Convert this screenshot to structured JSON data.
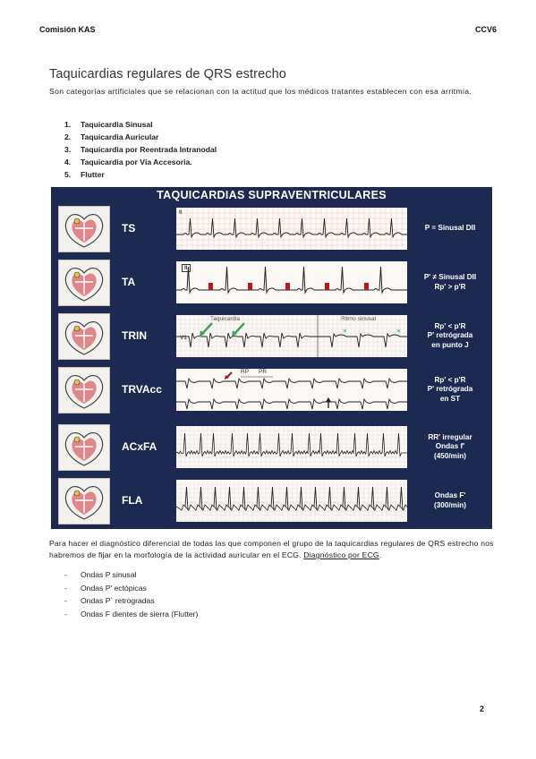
{
  "header": {
    "left": "Comisión KAS",
    "right": "CCV6"
  },
  "title": "Taquicardias regulares de QRS estrecho",
  "intro": "Son categorías artificiales que se relacionan con la actitud que los médicos tratantes establecen con esa arritmia.",
  "ordered_list": [
    {
      "num": "1.",
      "text": "Taquicardia Sinusal"
    },
    {
      "num": "2.",
      "text": "Taquicardia Auricular"
    },
    {
      "num": "3.",
      "text": "Taquicardia por Reentrada Intranodal"
    },
    {
      "num": "4.",
      "text": "Taquicardia por Vía Accesoria."
    },
    {
      "num": "5.",
      "text": "Flutter"
    }
  ],
  "figure": {
    "title": "TAQUICARDIAS SUPRAVENTRICULARES",
    "rows": [
      {
        "abbr": "TS",
        "desc": [
          "P = Sinusal DII"
        ]
      },
      {
        "abbr": "TA",
        "desc": [
          "P' ≠ Sinusal DII",
          "Rp' > p'R"
        ]
      },
      {
        "abbr": "TRIN",
        "desc": [
          "Rp' < p'R",
          "P' retrógrada",
          "en punto J"
        ]
      },
      {
        "abbr": "TRVAcc",
        "desc": [
          "Rp' < p'R",
          "P' retrógrada",
          "en ST"
        ]
      },
      {
        "abbr": "ACxFA",
        "desc": [
          "RR' irregular",
          "Ondas f'",
          "(450/min)"
        ]
      },
      {
        "abbr": "FLA",
        "desc": [
          "Ondas F'",
          "(300/min)"
        ]
      }
    ],
    "strip_tags": {
      "ts": "II",
      "ta": "II",
      "trin_left": "Taquicardia",
      "trin_right": "Ritmo sinusal",
      "trin_lead": "V1",
      "trvacc_rp": "RP",
      "trvacc_pr": "PR"
    }
  },
  "paragraph": {
    "text": "Para hacer el diagnóstico diferencial de todas las que componen el grupo de la taquicardias regulares de QRS estrecho nos habremos de fijar en la morfología de la actividad auricular en el ECG. ",
    "link": "Diagnóstico por ECG",
    "end": "."
  },
  "dash_list": [
    "Ondas P sinusal",
    "Ondas P' ectópicas",
    "Ondas P´ retrogradas",
    "Ondas F dientes de sierra (Flutter)"
  ],
  "page_number": "2",
  "colors": {
    "figure_bg": "#1c2a52",
    "strip_bg": "#fbf7f4",
    "heart_red": "#d9636b",
    "ta_marker": "#b01b1b",
    "arrow_green": "#3aa35a"
  }
}
